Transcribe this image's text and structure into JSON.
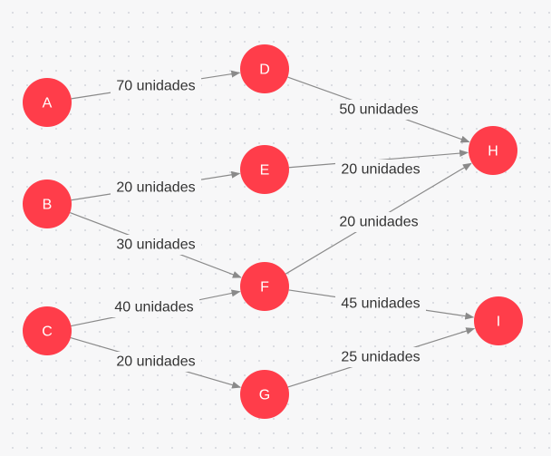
{
  "diagram": {
    "colors": {
      "node_fill": "#ff3d4a",
      "node_text": "#ffffff",
      "edge": "#8a8a8a",
      "label_text": "#333333"
    },
    "nodes": [
      {
        "id": "A",
        "label": "A"
      },
      {
        "id": "B",
        "label": "B"
      },
      {
        "id": "C",
        "label": "C"
      },
      {
        "id": "D",
        "label": "D"
      },
      {
        "id": "E",
        "label": "E"
      },
      {
        "id": "F",
        "label": "F"
      },
      {
        "id": "G",
        "label": "G"
      },
      {
        "id": "H",
        "label": "H"
      },
      {
        "id": "I",
        "label": "I"
      }
    ],
    "edges": [
      {
        "from": "A",
        "to": "D",
        "label": "70 unidades"
      },
      {
        "from": "B",
        "to": "E",
        "label": "20 unidades"
      },
      {
        "from": "B",
        "to": "F",
        "label": "30 unidades"
      },
      {
        "from": "C",
        "to": "F",
        "label": "40 unidades"
      },
      {
        "from": "C",
        "to": "G",
        "label": "20 unidades"
      },
      {
        "from": "D",
        "to": "H",
        "label": "50 unidades"
      },
      {
        "from": "E",
        "to": "H",
        "label": "20 unidades"
      },
      {
        "from": "F",
        "to": "H",
        "label": "20 unidades"
      },
      {
        "from": "F",
        "to": "I",
        "label": "45  unidades"
      },
      {
        "from": "G",
        "to": "I",
        "label": "25 unidades"
      }
    ]
  }
}
